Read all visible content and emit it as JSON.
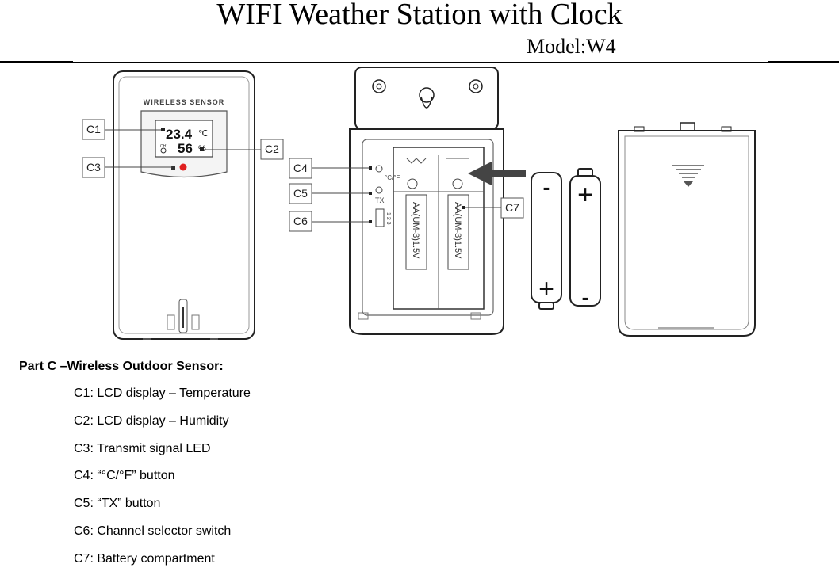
{
  "header": {
    "title": "WIFI Weather Station with Clock",
    "model": "Model:W4"
  },
  "diagram": {
    "sensor_brand": "WIRELESS SENSOR",
    "lcd_temperature": "23.4",
    "lcd_temp_unit": "℃",
    "lcd_humidity": "56",
    "lcd_humidity_unit": "%",
    "lcd_channel": "CH1",
    "callouts": [
      "C1",
      "C2",
      "C3",
      "C4",
      "C5",
      "C6",
      "C7"
    ],
    "button_unit_label": "°C/°F",
    "button_tx_label": "TX",
    "switch_labels": "1 2 3",
    "battery_label": "AA(UM-3)1.5V",
    "battery_plus": "+",
    "battery_minus": "-"
  },
  "section": {
    "heading": "Part C –Wireless Outdoor Sensor:",
    "items": [
      "C1: LCD display – Temperature",
      "C2: LCD display – Humidity",
      "C3: Transmit signal LED",
      "C4: “°C/°F” button",
      "C5: “TX” button",
      "C6: Channel selector switch",
      "C7: Battery compartment"
    ]
  }
}
